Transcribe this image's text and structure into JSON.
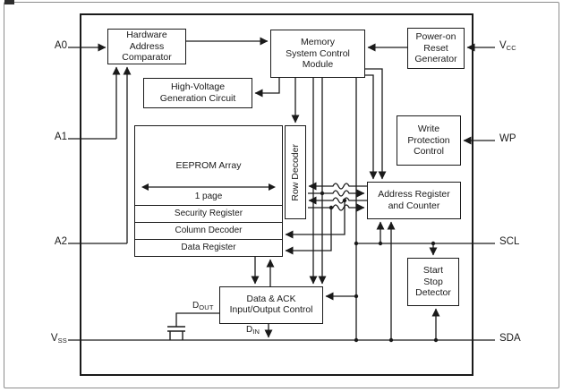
{
  "diagram": {
    "pins_left": [
      {
        "name": "A0",
        "label": "A0",
        "sub": ""
      },
      {
        "name": "A1",
        "label": "A1",
        "sub": ""
      },
      {
        "name": "A2",
        "label": "A2",
        "sub": ""
      },
      {
        "name": "VSS",
        "label": "V",
        "sub": "SS"
      }
    ],
    "pins_right": [
      {
        "name": "VCC",
        "label": "V",
        "sub": "CC"
      },
      {
        "name": "WP",
        "label": "WP",
        "sub": ""
      },
      {
        "name": "SCL",
        "label": "SCL",
        "sub": ""
      },
      {
        "name": "SDA",
        "label": "SDA",
        "sub": ""
      }
    ],
    "blocks": {
      "hardware_address_comparator": "Hardware\nAddress\nComparator",
      "memory_system_control_module": "Memory\nSystem Control\nModule",
      "power_on_reset_generator": "Power-on\nReset\nGenerator",
      "high_voltage_generation_circuit": "High-Voltage\nGeneration Circuit",
      "eeprom_array": "EEPROM Array",
      "page_label": "1 page",
      "security_register": "Security Register",
      "column_decoder": "Column Decoder",
      "data_register": "Data Register",
      "row_decoder": "Row Decoder",
      "write_protection_control": "Write\nProtection\nControl",
      "address_register_and_counter": "Address Register\nand Counter",
      "start_stop_detector": "Start\nStop\nDetector",
      "data_ack_io_control": "Data & ACK\nInput/Output Control"
    },
    "signals": {
      "d_out": {
        "label": "D",
        "sub": "OUT"
      },
      "d_in": {
        "label": "D",
        "sub": "IN"
      }
    },
    "colors": {
      "line": "#1a1a1a",
      "block_border": "#1a1a1a",
      "background": "#ffffff"
    }
  }
}
